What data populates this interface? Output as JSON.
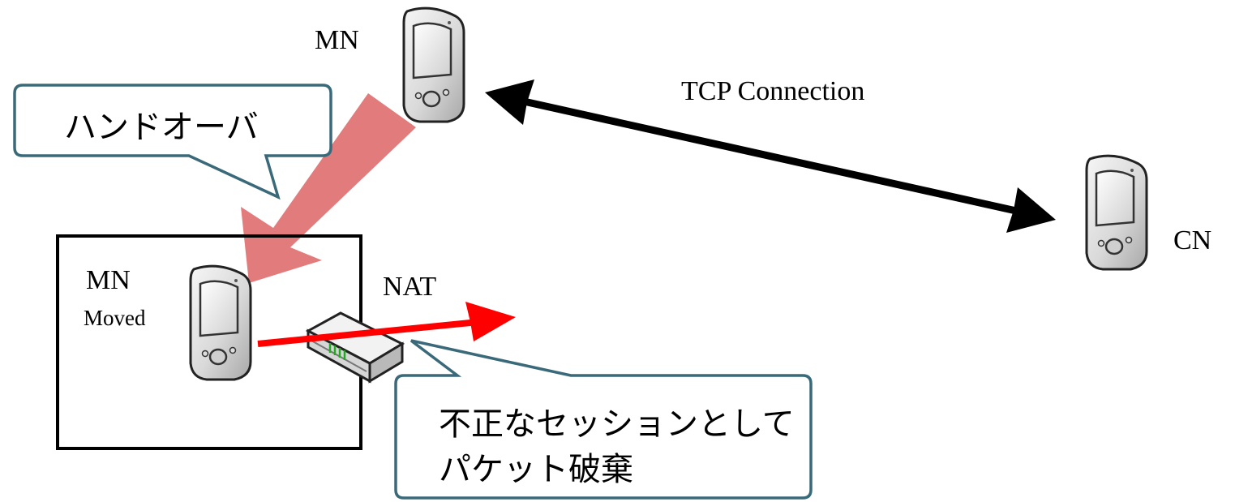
{
  "labels": {
    "mn_top": "MN",
    "mn_moved": "MN",
    "moved_sub": "Moved",
    "cn": "CN",
    "nat": "NAT",
    "tcp_connection": "TCP Connection"
  },
  "callouts": {
    "handover": "ハンドオーバ",
    "drop_line1": "不正なセッションとして",
    "drop_line2": "パケット破棄"
  },
  "colors": {
    "handover_arrow": "#e27c7c",
    "nat_packet_arrow": "#ff0000",
    "tcp_arrow": "#000000",
    "callout_border": "#3a6a7a",
    "nat_led": "#22aa22"
  },
  "icons": {
    "device": "pda-icon",
    "router": "nat-router-icon"
  }
}
